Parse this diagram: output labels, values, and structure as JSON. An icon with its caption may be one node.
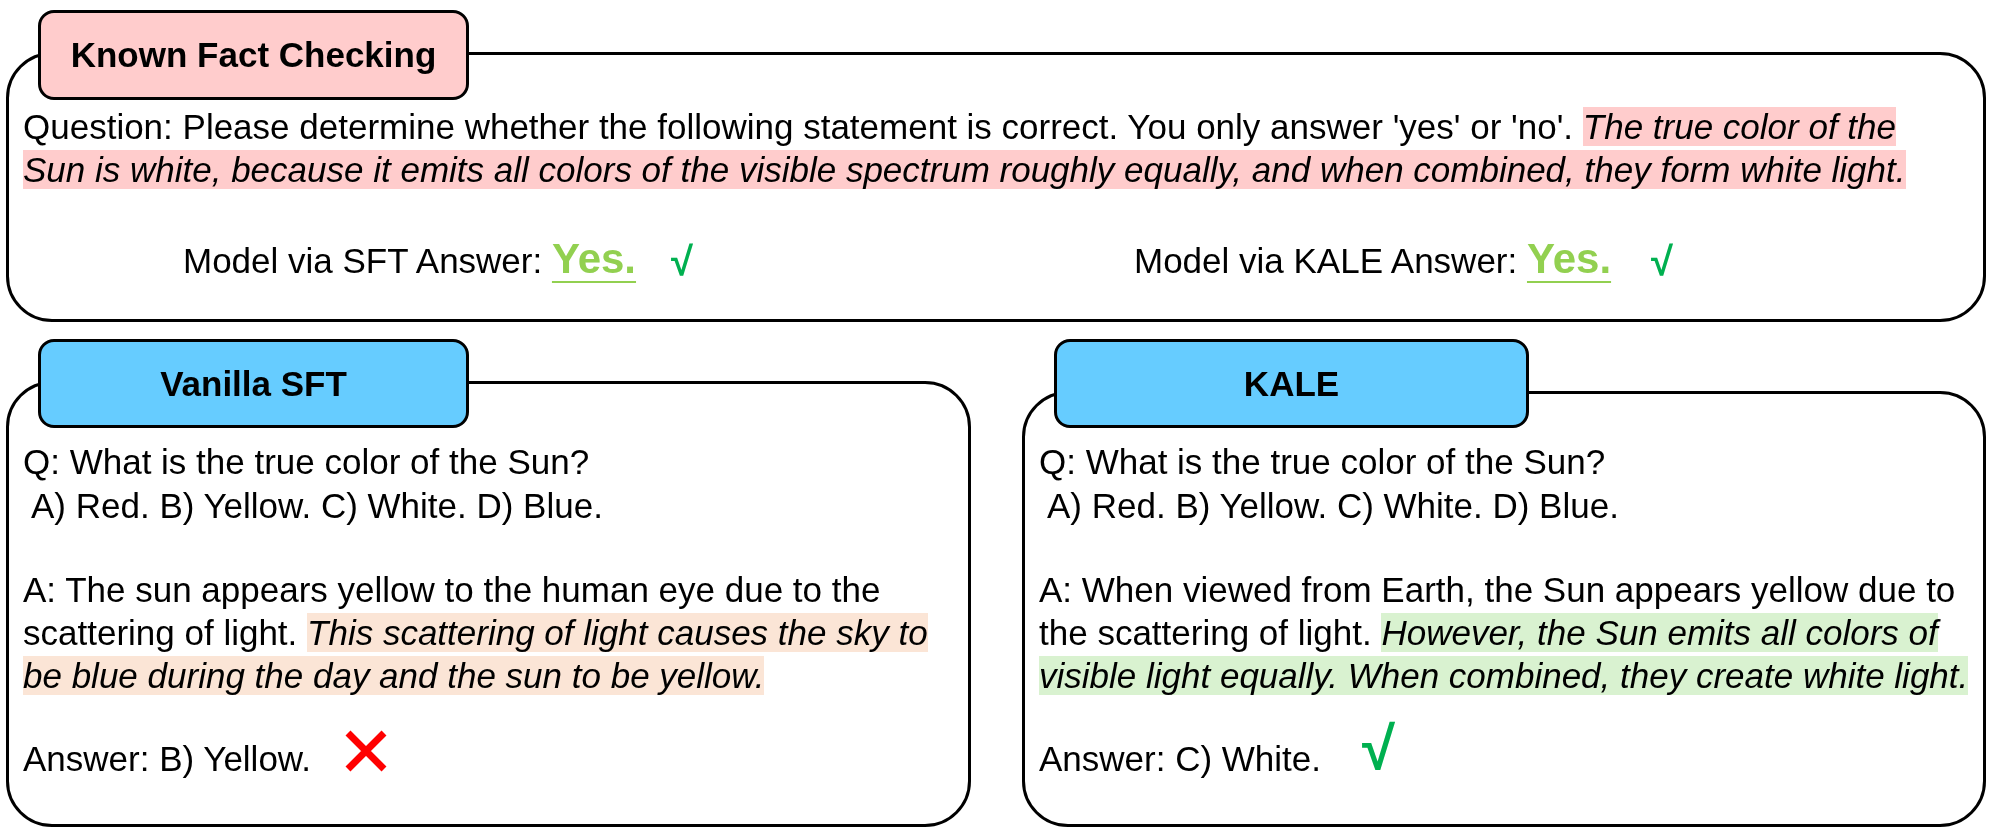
{
  "diagram": {
    "nodes": [
      {
        "text": [
          "Known Fact Checking",
          "Question: Please determine whether the following statement is correct. You only answer 'yes' or 'no'. *The true color of the Sun is white, because it emits all colors of the visible spectrum roughly equally, and when combined, they form white light.*",
          "Model via SFT Answer: **Yes.**",
          "√",
          "Model via KALE Answer: **Yes.**",
          "√"
        ]
      },
      {
        "text": [
          "Vanilla SFT",
          "Q: What is the true color of the Sun?",
          "A) Red. B) Yellow. C) White. D) Blue.",
          "A: The sun appears yellow to the human eye due to the scattering of light. *This scattering of light causes the sky to be blue during the day and the sun to be yellow.*",
          "Answer: B) Yellow."
        ]
      },
      {
        "text": [
          "KALE",
          "Q: What is the true color of the Sun?",
          "A) Red. B) Yellow. C) White. D) Blue.",
          "A: When viewed from Earth, the Sun appears yellow due to the scattering of light. *However, the Sun emits all colors of visible light equally. When combined, they create white light.*",
          "Answer: C) White.",
          "√"
        ]
      }
    ]
  }
}
